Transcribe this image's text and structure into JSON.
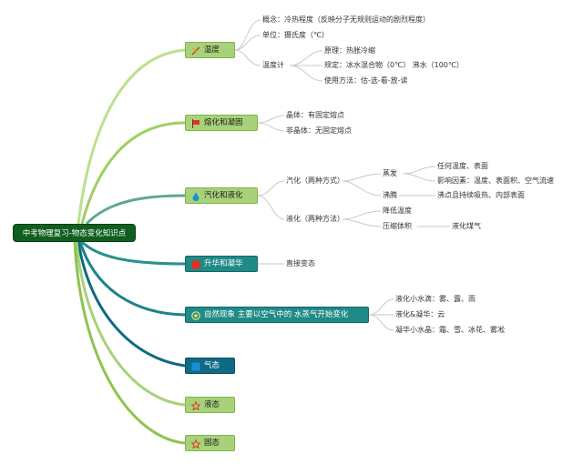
{
  "root": {
    "label": "中考物理复习-物态变化知识点"
  },
  "topics": {
    "temperature": {
      "label": "温度",
      "icon": "pencil-ruler-icon",
      "concept": "概念：冷热程度（反映分子无规则运动的剧烈程度）",
      "unit": "单位：摄氏度（℃）",
      "thermometer": {
        "label": "温度计",
        "principle": "原理：热胀冷缩",
        "rule": "规定：冰水混合物（0℃） 沸水（100℃）",
        "usage": "使用方法：估-选-看-放-读"
      }
    },
    "melting": {
      "label": "熔化和凝固",
      "icon": "red-flag-icon",
      "crystal": "晶体：有固定熔点",
      "noncrystal": "非晶体：无固定熔点"
    },
    "vaporization": {
      "label": "汽化和液化",
      "icon": "water-drop-icon",
      "vaporize": {
        "label": "汽化（两种方式）",
        "evaporation": {
          "label": "蒸发",
          "any": "任何温度、表面",
          "factors": "影响因素：温度、表面积、空气流速"
        },
        "boiling": {
          "label": "沸腾",
          "detail": "沸点且持续吸热、内部表面"
        }
      },
      "liquefy": {
        "label": "液化（两种方法）",
        "lower_temp": "降低温度",
        "compress": {
          "label": "压缩体积",
          "detail": "液化煤气"
        }
      }
    },
    "sublimation": {
      "label": "升华和凝华",
      "icon": "red-square-icon",
      "direct": "直接变态"
    },
    "nature": {
      "label": "自然现象 主要以空气中的 水蒸气开始变化",
      "icon": "target-icon",
      "liquefy_drops": "液化小水滴：雾、露、雨",
      "liquefy_deposit": "液化&凝华：云",
      "deposit_crystals": "凝华小水晶：霜、雪、冰花、雾凇"
    },
    "gas": {
      "label": "气态",
      "icon": "blue-square-icon"
    },
    "liquid": {
      "label": "液态",
      "icon": "star-icon"
    },
    "solid": {
      "label": "固态",
      "icon": "star-icon"
    }
  },
  "colors": {
    "root": "#0f5f1e",
    "light_branch": "#a8d27a",
    "teal_branch": "#1f8a86",
    "dark_branch": "#0f6a83",
    "red_icon": "#e03020",
    "blue_icon": "#1a8fd6"
  }
}
